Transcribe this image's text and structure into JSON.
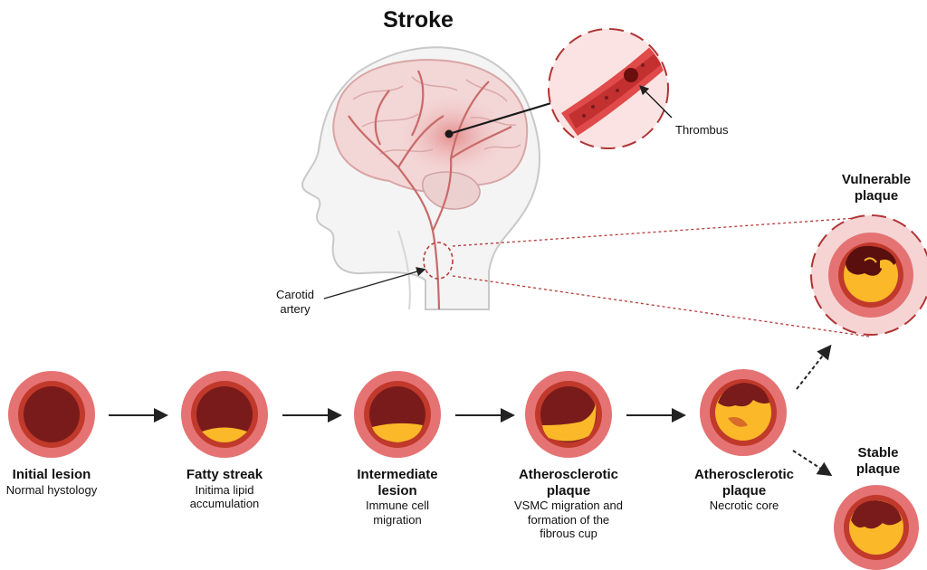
{
  "title": "Stroke",
  "thrombus_label": "Thrombus",
  "carotid_label": "Carotid artery",
  "stages": [
    {
      "title": "Initial lesion",
      "subtitle": "Normal hystology"
    },
    {
      "title": "Fatty streak",
      "subtitle": "Initima lipid accumulation"
    },
    {
      "title": "Intermediate lesion",
      "subtitle": "Immune cell migration"
    },
    {
      "title": "Atherosclerotic plaque",
      "subtitle": "VSMC migration and formation of the fibrous cup"
    },
    {
      "title": "Atherosclerotic plaque",
      "subtitle": "Necrotic core"
    }
  ],
  "outcomes": {
    "vulnerable": "Vulnerable plaque",
    "stable": "Stable plaque"
  },
  "colors": {
    "vessel_outer": "#e57373",
    "vessel_wall": "#c0392b",
    "lumen": "#7a1b1b",
    "lipid": "#fbb829",
    "inflammation_halo": "#f7d4d4",
    "artery": "#d98a8a"
  }
}
